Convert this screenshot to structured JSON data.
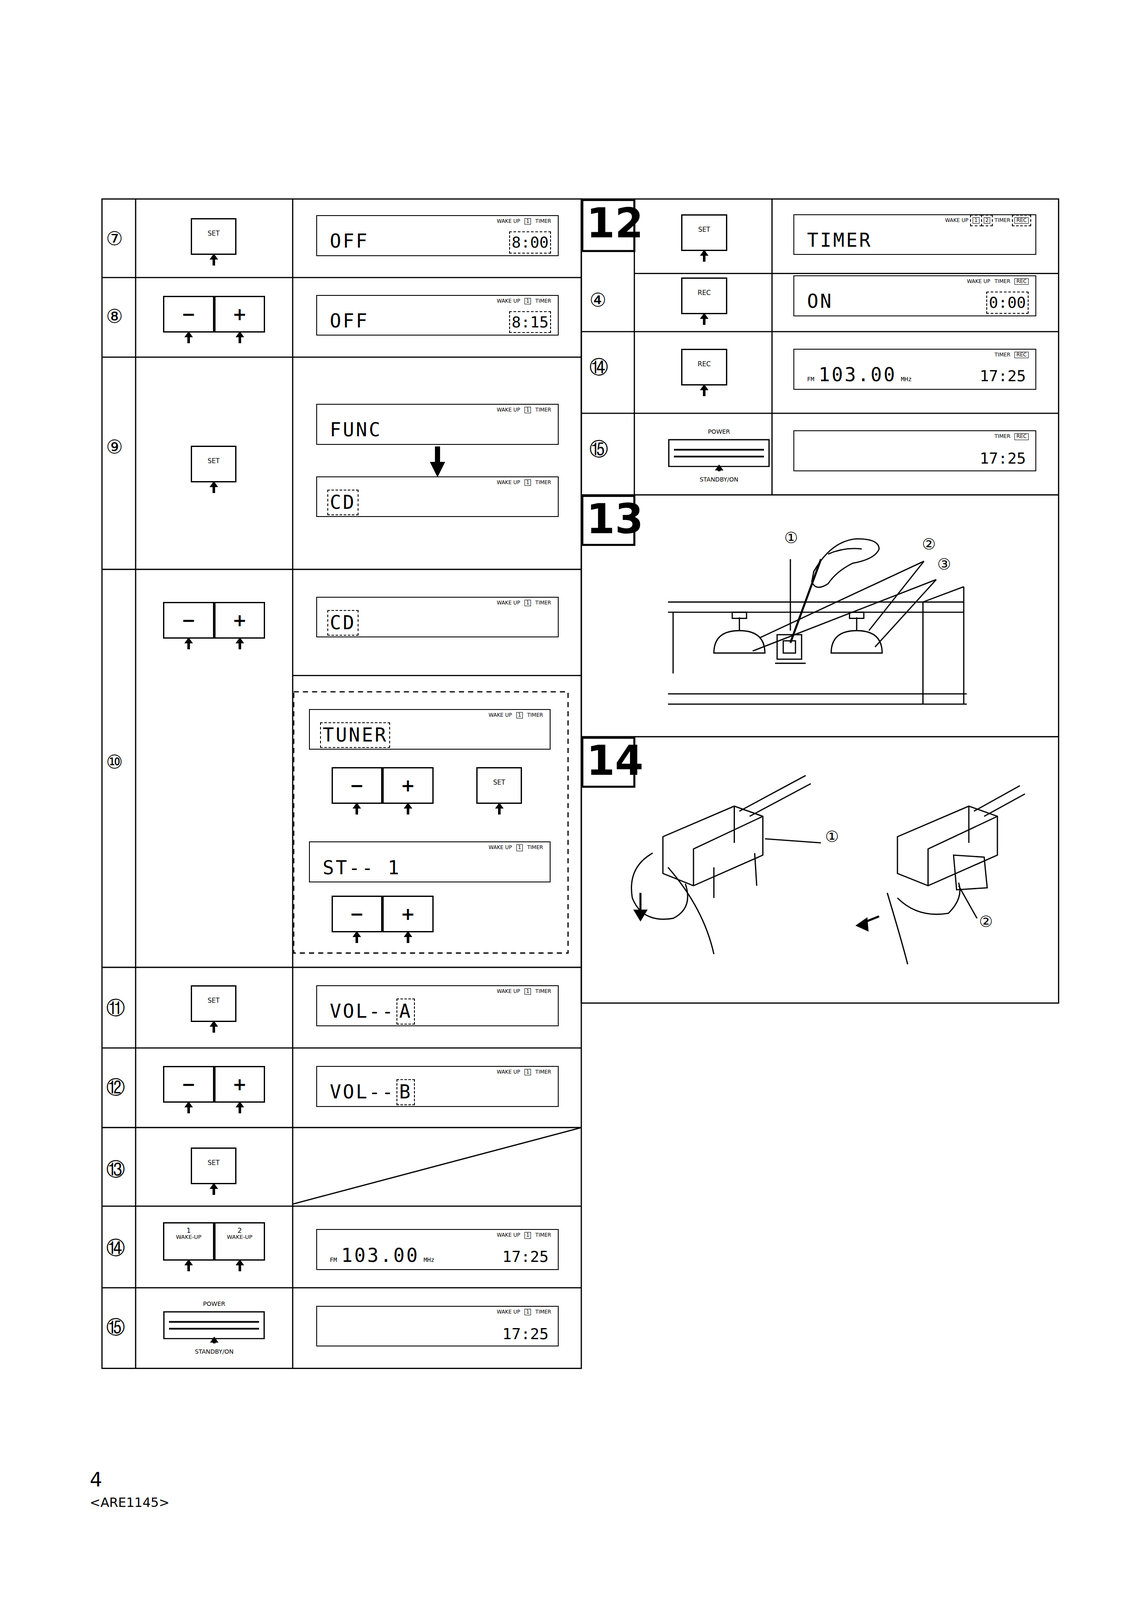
{
  "diagram": {
    "nodes": [
      {
        "text": [
          "SET"
        ]
      },
      {
        "text": [
          "OFF",
          "WAKE UP",
          "1",
          "TIMER",
          "8:00"
        ]
      },
      {
        "text": [
          "−"
        ]
      },
      {
        "text": [
          "+"
        ]
      },
      {
        "text": [
          "OFF",
          "WAKE UP",
          "1",
          "TIMER",
          "8:15"
        ]
      },
      {
        "text": [
          "SET"
        ]
      },
      {
        "text": [
          "FUNC",
          "WAKE UP",
          "1",
          "TIMER"
        ]
      },
      {
        "text": [
          "CD",
          "WAKE UP",
          "1",
          "TIMER"
        ]
      },
      {
        "text": [
          "−"
        ]
      },
      {
        "text": [
          "+"
        ]
      },
      {
        "text": [
          "CD",
          "WAKE UP",
          "1",
          "TIMER"
        ]
      },
      {
        "text": [
          "TUNER",
          "WAKE UP",
          "1",
          "TIMER"
        ]
      },
      {
        "text": [
          "−"
        ]
      },
      {
        "text": [
          "+"
        ]
      },
      {
        "text": [
          "SET"
        ]
      },
      {
        "text": [
          "ST-- 1",
          "WAKE UP",
          "1",
          "TIMER"
        ]
      },
      {
        "text": [
          "−"
        ]
      },
      {
        "text": [
          "+"
        ]
      },
      {
        "text": [
          "SET"
        ]
      },
      {
        "text": [
          "VOL--",
          "A",
          "WAKE UP",
          "1",
          "TIMER"
        ]
      },
      {
        "text": [
          "−"
        ]
      },
      {
        "text": [
          "+"
        ]
      },
      {
        "text": [
          "VOL--",
          "B",
          "WAKE UP",
          "1",
          "TIMER"
        ]
      },
      {
        "text": [
          "SET"
        ]
      },
      {
        "text": [
          "1",
          "WAKE-UP"
        ]
      },
      {
        "text": [
          "2",
          "WAKE-UP"
        ]
      },
      {
        "text": [
          "FM",
          "103.00",
          "MHz",
          "17:25",
          "WAKE UP",
          "1",
          "TIMER"
        ]
      },
      {
        "text": [
          "POWER",
          "STANDBY/ON"
        ]
      },
      {
        "text": [
          "17:25",
          "WAKE UP",
          "1",
          "TIMER"
        ]
      },
      {
        "text": [
          "SET"
        ]
      },
      {
        "text": [
          "TIMER",
          "WAKE UP",
          "1",
          "2",
          "TIMER",
          "REC"
        ]
      },
      {
        "text": [
          "REC"
        ]
      },
      {
        "text": [
          "ON",
          "0:00",
          "WAKE UP",
          "TIMER",
          "REC"
        ]
      },
      {
        "text": [
          "REC"
        ]
      },
      {
        "text": [
          "FM",
          "103.00",
          "MHz",
          "17:25",
          "TIMER",
          "REC"
        ]
      },
      {
        "text": [
          "POWER",
          "STANDBY/ON"
        ]
      },
      {
        "text": [
          "17:25",
          "TIMER",
          "REC"
        ]
      }
    ],
    "edges": [
      {
        "from": 6,
        "to": 7,
        "arrow": "to"
      }
    ],
    "labels": [
      "⑦",
      "⑧",
      "⑨",
      "⑩",
      "⑪",
      "⑫",
      "⑬",
      "⑭",
      "⑮",
      "12",
      "④",
      "⑭",
      "⑮",
      "13",
      "①",
      "②",
      "③",
      "14",
      "①",
      "②",
      "4",
      "<ARE1145>"
    ]
  }
}
